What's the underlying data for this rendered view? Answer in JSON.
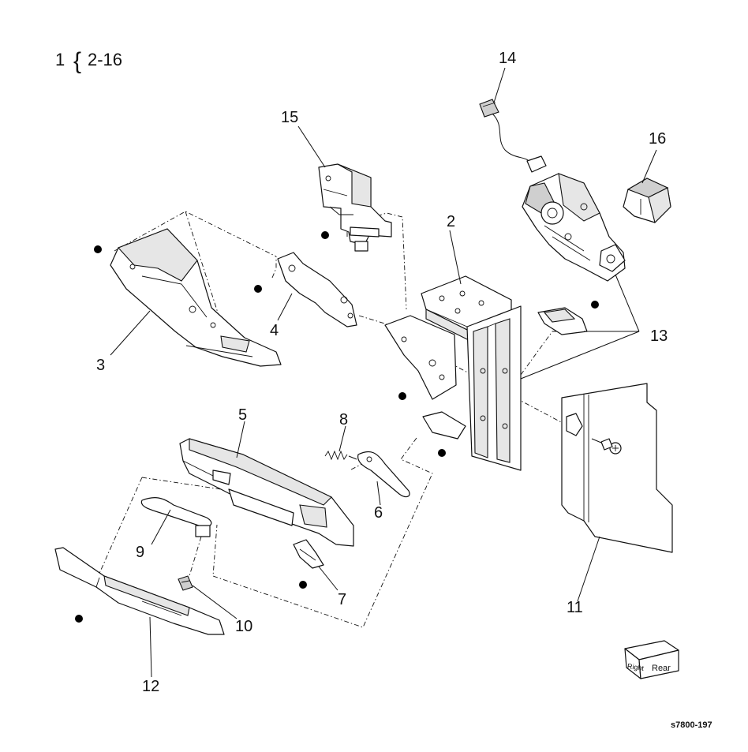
{
  "header": {
    "assembly_number": "1",
    "brace": "{",
    "range": "2-16"
  },
  "callouts": [
    {
      "id": "2",
      "label": "2"
    },
    {
      "id": "3",
      "label": "3"
    },
    {
      "id": "4",
      "label": "4"
    },
    {
      "id": "5",
      "label": "5"
    },
    {
      "id": "6",
      "label": "6"
    },
    {
      "id": "7",
      "label": "7"
    },
    {
      "id": "8",
      "label": "8"
    },
    {
      "id": "9",
      "label": "9"
    },
    {
      "id": "10",
      "label": "10"
    },
    {
      "id": "11",
      "label": "11"
    },
    {
      "id": "12",
      "label": "12"
    },
    {
      "id": "13",
      "label": "13"
    },
    {
      "id": "14",
      "label": "14"
    },
    {
      "id": "15",
      "label": "15"
    },
    {
      "id": "16",
      "label": "16"
    }
  ],
  "orientation": {
    "front_label": "Right",
    "side_label": "Rear"
  },
  "figure_id": "s7800-197"
}
